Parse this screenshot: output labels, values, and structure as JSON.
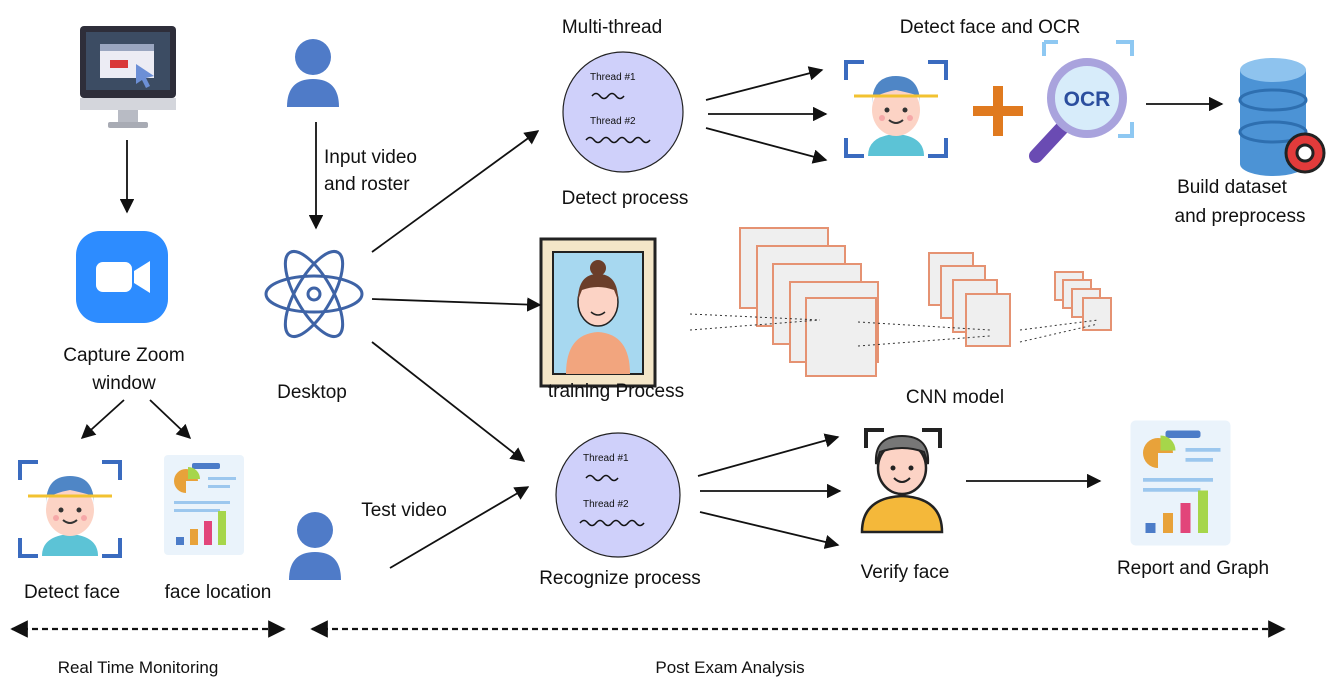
{
  "labels": {
    "capture": [
      "Capture Zoom",
      "window"
    ],
    "desktop": "Desktop",
    "detect_face": "Detect face",
    "face_location": "face location",
    "input_video": [
      "Input video",
      "and roster"
    ],
    "test_video": "Test video",
    "multi_thread": "Multi-thread",
    "detect_process": "Detect process",
    "training_process": "training Process",
    "recognize_process": "Recognize  process",
    "detect_face_ocr": "Detect face and OCR",
    "build_dataset": [
      "Build dataset",
      "and preprocess"
    ],
    "cnn_model": "CNN model",
    "verify_face": "Verify face",
    "report_graph": "Report and Graph",
    "real_time": "Real Time Monitoring",
    "post_exam": "Post Exam Analysis",
    "ocr_text": "OCR"
  },
  "threads": {
    "thread1": "Thread #1",
    "thread2": "Thread #2"
  },
  "colors": {
    "zoom_blue": "#2D8CFF",
    "person_blue": "#4F7BC8",
    "atom_blue": "#3E63A6",
    "thread_circle": "#CFD0FA",
    "plus_orange": "#E07A1F",
    "cnn_border": "#E59272",
    "cnn_fill": "#EFEFEF",
    "face_skin": "#FCD3C5",
    "face_hair": "#4F86C6",
    "frame_blue": "#3A6BBF",
    "yellow_line": "#F2C230",
    "db_blue": "#4C93D5",
    "gear_red": "#E23B3B"
  },
  "icons": [
    "monitor-icon",
    "zoom-icon",
    "person-icon",
    "atom-icon",
    "face-scan-icon",
    "report-icon",
    "ocr-magnifier-icon",
    "database-gear-icon",
    "portrait-icon",
    "verify-face-icon",
    "plus-icon"
  ]
}
